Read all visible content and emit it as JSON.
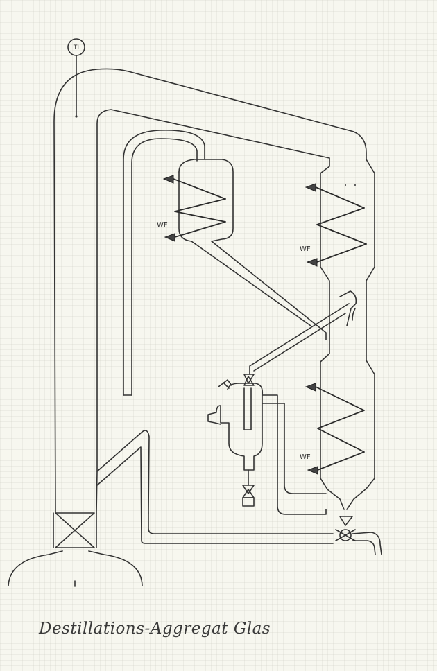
{
  "diagram": {
    "caption": "Destillations-Aggregat Glas",
    "instrument_tag": "TI",
    "heat_exchanger_labels": [
      "WF",
      "WF",
      "WF"
    ]
  }
}
